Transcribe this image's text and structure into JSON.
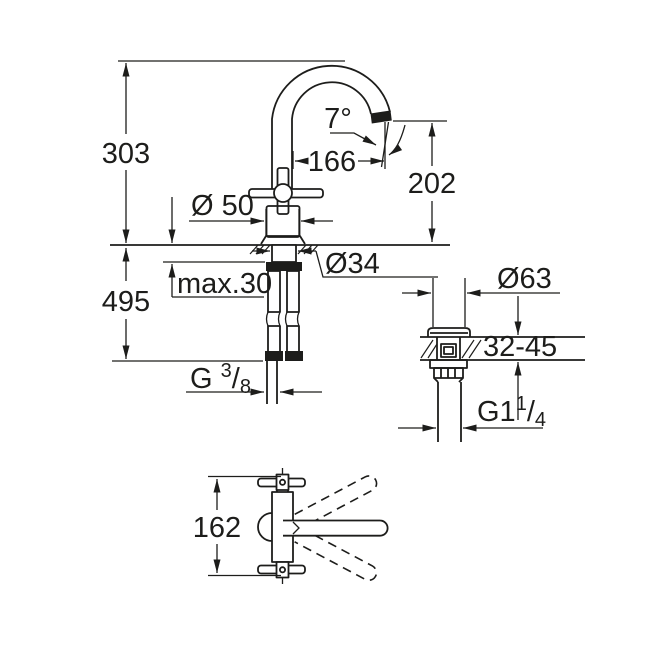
{
  "colors": {
    "line": "#1d1d1b",
    "background": "#ffffff"
  },
  "front_view": {
    "spout_height": "303",
    "total_height": "495",
    "spout_angle": "7°",
    "spout_reach": "166",
    "outlet_height": "202",
    "base_diameter": "Ø 50",
    "shank_diameter": "Ø34",
    "counter_max": "max.30",
    "supply_thread": {
      "prefix": "G ",
      "sup": "3",
      "slash": "/",
      "sub": "8"
    }
  },
  "drain_view": {
    "flange_diameter": "Ø63",
    "counter_range": "32-45",
    "thread": {
      "prefix": "G1",
      "sup": "1",
      "slash": "/",
      "sub": "4"
    }
  },
  "top_view": {
    "handle_span": "162"
  }
}
